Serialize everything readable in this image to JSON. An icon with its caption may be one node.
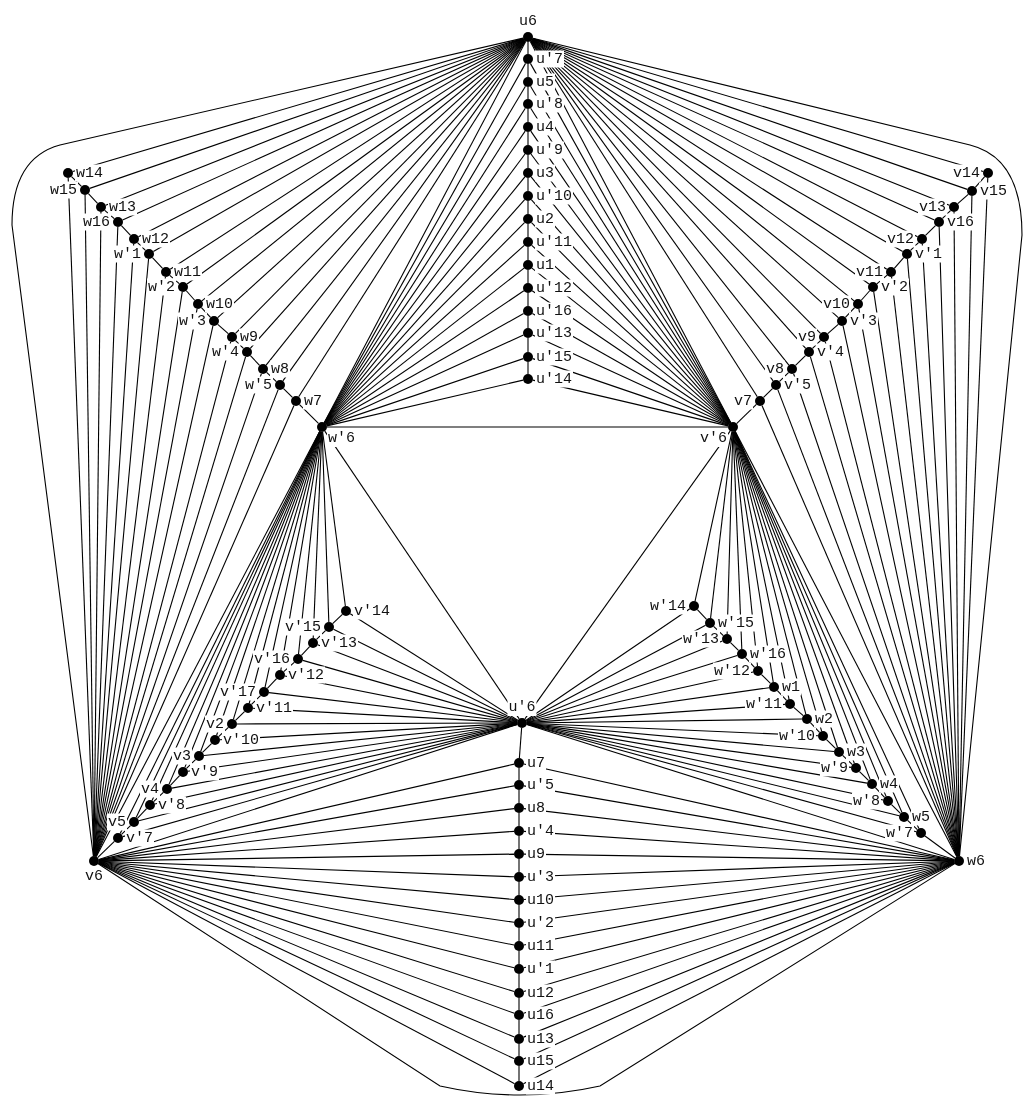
{
  "diagram": {
    "nodes": [
      {
        "text": [
          "u6"
        ]
      },
      {
        "text": [
          "u′7"
        ]
      },
      {
        "text": [
          "u5"
        ]
      },
      {
        "text": [
          "u′8"
        ]
      },
      {
        "text": [
          "u4"
        ]
      },
      {
        "text": [
          "u′9"
        ]
      },
      {
        "text": [
          "u3"
        ]
      },
      {
        "text": [
          "u′10"
        ]
      },
      {
        "text": [
          "u2"
        ]
      },
      {
        "text": [
          "u′11"
        ]
      },
      {
        "text": [
          "u1"
        ]
      },
      {
        "text": [
          "u′12"
        ]
      },
      {
        "text": [
          "u′16"
        ]
      },
      {
        "text": [
          "u′13"
        ]
      },
      {
        "text": [
          "u′15"
        ]
      },
      {
        "text": [
          "u′14"
        ]
      },
      {
        "text": [
          "w14"
        ]
      },
      {
        "text": [
          "w15"
        ]
      },
      {
        "text": [
          "w13"
        ]
      },
      {
        "text": [
          "w16"
        ]
      },
      {
        "text": [
          "w12"
        ]
      },
      {
        "text": [
          "w′1"
        ]
      },
      {
        "text": [
          "w11"
        ]
      },
      {
        "text": [
          "w′2"
        ]
      },
      {
        "text": [
          "w10"
        ]
      },
      {
        "text": [
          "w′3"
        ]
      },
      {
        "text": [
          "w9"
        ]
      },
      {
        "text": [
          "w′4"
        ]
      },
      {
        "text": [
          "w8"
        ]
      },
      {
        "text": [
          "w′5"
        ]
      },
      {
        "text": [
          "w7"
        ]
      },
      {
        "text": [
          "w′6"
        ]
      },
      {
        "text": [
          "v14"
        ]
      },
      {
        "text": [
          "v15"
        ]
      },
      {
        "text": [
          "v13"
        ]
      },
      {
        "text": [
          "v16"
        ]
      },
      {
        "text": [
          "v12"
        ]
      },
      {
        "text": [
          "v′1"
        ]
      },
      {
        "text": [
          "v11"
        ]
      },
      {
        "text": [
          "v′2"
        ]
      },
      {
        "text": [
          "v10"
        ]
      },
      {
        "text": [
          "v′3"
        ]
      },
      {
        "text": [
          "v9"
        ]
      },
      {
        "text": [
          "v′4"
        ]
      },
      {
        "text": [
          "v8"
        ]
      },
      {
        "text": [
          "v′5"
        ]
      },
      {
        "text": [
          "v7"
        ]
      },
      {
        "text": [
          "v′6"
        ]
      },
      {
        "text": [
          "u′6"
        ]
      },
      {
        "text": [
          "v′14"
        ]
      },
      {
        "text": [
          "v′15"
        ]
      },
      {
        "text": [
          "v′13"
        ]
      },
      {
        "text": [
          "v′16"
        ]
      },
      {
        "text": [
          "v′12"
        ]
      },
      {
        "text": [
          "v′17"
        ]
      },
      {
        "text": [
          "v′11"
        ]
      },
      {
        "text": [
          "v2"
        ]
      },
      {
        "text": [
          "v′10"
        ]
      },
      {
        "text": [
          "v3"
        ]
      },
      {
        "text": [
          "v′9"
        ]
      },
      {
        "text": [
          "v4"
        ]
      },
      {
        "text": [
          "v′8"
        ]
      },
      {
        "text": [
          "v5"
        ]
      },
      {
        "text": [
          "v′7"
        ]
      },
      {
        "text": [
          "w′14"
        ]
      },
      {
        "text": [
          "w′15"
        ]
      },
      {
        "text": [
          "w′13"
        ]
      },
      {
        "text": [
          "w′16"
        ]
      },
      {
        "text": [
          "w′12"
        ]
      },
      {
        "text": [
          "w1"
        ]
      },
      {
        "text": [
          "w′11"
        ]
      },
      {
        "text": [
          "w2"
        ]
      },
      {
        "text": [
          "w′10"
        ]
      },
      {
        "text": [
          "w3"
        ]
      },
      {
        "text": [
          "w′9"
        ]
      },
      {
        "text": [
          "w4"
        ]
      },
      {
        "text": [
          "w′8"
        ]
      },
      {
        "text": [
          "w5"
        ]
      },
      {
        "text": [
          "w′7"
        ]
      },
      {
        "text": [
          "v6"
        ]
      },
      {
        "text": [
          "w6"
        ]
      },
      {
        "text": [
          "u7"
        ]
      },
      {
        "text": [
          "u′5"
        ]
      },
      {
        "text": [
          "u8"
        ]
      },
      {
        "text": [
          "u′4"
        ]
      },
      {
        "text": [
          "u9"
        ]
      },
      {
        "text": [
          "u′3"
        ]
      },
      {
        "text": [
          "u10"
        ]
      },
      {
        "text": [
          "u′2"
        ]
      },
      {
        "text": [
          "u11"
        ]
      },
      {
        "text": [
          "u′1"
        ]
      },
      {
        "text": [
          "u12"
        ]
      },
      {
        "text": [
          "u16"
        ]
      },
      {
        "text": [
          "u13"
        ]
      },
      {
        "text": [
          "u15"
        ]
      },
      {
        "text": [
          "u14"
        ]
      }
    ],
    "edges": [
      {
        "from": 0,
        "to": 1,
        "arrow": "none"
      },
      {
        "from": 1,
        "to": 2,
        "arrow": "none"
      },
      {
        "from": 2,
        "to": 3,
        "arrow": "none"
      },
      {
        "from": 3,
        "to": 4,
        "arrow": "none"
      },
      {
        "from": 4,
        "to": 5,
        "arrow": "none"
      },
      {
        "from": 5,
        "to": 6,
        "arrow": "none"
      },
      {
        "from": 6,
        "to": 7,
        "arrow": "none"
      },
      {
        "from": 7,
        "to": 8,
        "arrow": "none"
      },
      {
        "from": 8,
        "to": 9,
        "arrow": "none"
      },
      {
        "from": 9,
        "to": 10,
        "arrow": "none"
      },
      {
        "from": 10,
        "to": 11,
        "arrow": "none"
      },
      {
        "from": 11,
        "to": 12,
        "arrow": "none"
      },
      {
        "from": 12,
        "to": 13,
        "arrow": "none"
      },
      {
        "from": 13,
        "to": 14,
        "arrow": "none"
      },
      {
        "from": 14,
        "to": 15,
        "arrow": "none"
      },
      {
        "from": 31,
        "to": 1,
        "arrow": "none"
      },
      {
        "from": 31,
        "to": 2,
        "arrow": "none"
      },
      {
        "from": 31,
        "to": 3,
        "arrow": "none"
      },
      {
        "from": 31,
        "to": 4,
        "arrow": "none"
      },
      {
        "from": 31,
        "to": 5,
        "arrow": "none"
      },
      {
        "from": 31,
        "to": 6,
        "arrow": "none"
      },
      {
        "from": 31,
        "to": 7,
        "arrow": "none"
      },
      {
        "from": 31,
        "to": 8,
        "arrow": "none"
      },
      {
        "from": 31,
        "to": 9,
        "arrow": "none"
      },
      {
        "from": 31,
        "to": 10,
        "arrow": "none"
      },
      {
        "from": 31,
        "to": 11,
        "arrow": "none"
      },
      {
        "from": 31,
        "to": 12,
        "arrow": "none"
      },
      {
        "from": 31,
        "to": 13,
        "arrow": "none"
      },
      {
        "from": 31,
        "to": 14,
        "arrow": "none"
      },
      {
        "from": 31,
        "to": 15,
        "arrow": "none"
      },
      {
        "from": 47,
        "to": 1,
        "arrow": "none"
      },
      {
        "from": 47,
        "to": 2,
        "arrow": "none"
      },
      {
        "from": 47,
        "to": 3,
        "arrow": "none"
      },
      {
        "from": 47,
        "to": 4,
        "arrow": "none"
      },
      {
        "from": 47,
        "to": 5,
        "arrow": "none"
      },
      {
        "from": 47,
        "to": 6,
        "arrow": "none"
      },
      {
        "from": 47,
        "to": 7,
        "arrow": "none"
      },
      {
        "from": 47,
        "to": 8,
        "arrow": "none"
      },
      {
        "from": 47,
        "to": 9,
        "arrow": "none"
      },
      {
        "from": 47,
        "to": 10,
        "arrow": "none"
      },
      {
        "from": 47,
        "to": 11,
        "arrow": "none"
      },
      {
        "from": 47,
        "to": 12,
        "arrow": "none"
      },
      {
        "from": 47,
        "to": 13,
        "arrow": "none"
      },
      {
        "from": 47,
        "to": 14,
        "arrow": "none"
      },
      {
        "from": 47,
        "to": 15,
        "arrow": "none"
      },
      {
        "from": 16,
        "to": 17,
        "arrow": "none"
      },
      {
        "from": 17,
        "to": 18,
        "arrow": "none"
      },
      {
        "from": 18,
        "to": 19,
        "arrow": "none"
      },
      {
        "from": 19,
        "to": 20,
        "arrow": "none"
      },
      {
        "from": 20,
        "to": 21,
        "arrow": "none"
      },
      {
        "from": 21,
        "to": 22,
        "arrow": "none"
      },
      {
        "from": 22,
        "to": 23,
        "arrow": "none"
      },
      {
        "from": 23,
        "to": 24,
        "arrow": "none"
      },
      {
        "from": 24,
        "to": 25,
        "arrow": "none"
      },
      {
        "from": 25,
        "to": 26,
        "arrow": "none"
      },
      {
        "from": 26,
        "to": 27,
        "arrow": "none"
      },
      {
        "from": 27,
        "to": 28,
        "arrow": "none"
      },
      {
        "from": 28,
        "to": 29,
        "arrow": "none"
      },
      {
        "from": 29,
        "to": 30,
        "arrow": "none"
      },
      {
        "from": 30,
        "to": 31,
        "arrow": "none"
      },
      {
        "from": 0,
        "to": 16,
        "arrow": "none"
      },
      {
        "from": 0,
        "to": 17,
        "arrow": "none"
      },
      {
        "from": 0,
        "to": 18,
        "arrow": "none"
      },
      {
        "from": 0,
        "to": 19,
        "arrow": "none"
      },
      {
        "from": 0,
        "to": 20,
        "arrow": "none"
      },
      {
        "from": 0,
        "to": 21,
        "arrow": "none"
      },
      {
        "from": 0,
        "to": 22,
        "arrow": "none"
      },
      {
        "from": 0,
        "to": 23,
        "arrow": "none"
      },
      {
        "from": 0,
        "to": 24,
        "arrow": "none"
      },
      {
        "from": 0,
        "to": 25,
        "arrow": "none"
      },
      {
        "from": 0,
        "to": 26,
        "arrow": "none"
      },
      {
        "from": 0,
        "to": 27,
        "arrow": "none"
      },
      {
        "from": 0,
        "to": 28,
        "arrow": "none"
      },
      {
        "from": 0,
        "to": 29,
        "arrow": "none"
      },
      {
        "from": 0,
        "to": 30,
        "arrow": "none"
      },
      {
        "from": 79,
        "to": 16,
        "arrow": "none"
      },
      {
        "from": 79,
        "to": 17,
        "arrow": "none"
      },
      {
        "from": 79,
        "to": 18,
        "arrow": "none"
      },
      {
        "from": 79,
        "to": 19,
        "arrow": "none"
      },
      {
        "from": 79,
        "to": 20,
        "arrow": "none"
      },
      {
        "from": 79,
        "to": 21,
        "arrow": "none"
      },
      {
        "from": 79,
        "to": 22,
        "arrow": "none"
      },
      {
        "from": 79,
        "to": 23,
        "arrow": "none"
      },
      {
        "from": 79,
        "to": 24,
        "arrow": "none"
      },
      {
        "from": 79,
        "to": 25,
        "arrow": "none"
      },
      {
        "from": 79,
        "to": 26,
        "arrow": "none"
      },
      {
        "from": 79,
        "to": 27,
        "arrow": "none"
      },
      {
        "from": 79,
        "to": 28,
        "arrow": "none"
      },
      {
        "from": 79,
        "to": 29,
        "arrow": "none"
      },
      {
        "from": 79,
        "to": 30,
        "arrow": "none"
      },
      {
        "from": 32,
        "to": 33,
        "arrow": "none"
      },
      {
        "from": 33,
        "to": 34,
        "arrow": "none"
      },
      {
        "from": 34,
        "to": 35,
        "arrow": "none"
      },
      {
        "from": 35,
        "to": 36,
        "arrow": "none"
      },
      {
        "from": 36,
        "to": 37,
        "arrow": "none"
      },
      {
        "from": 37,
        "to": 38,
        "arrow": "none"
      },
      {
        "from": 38,
        "to": 39,
        "arrow": "none"
      },
      {
        "from": 39,
        "to": 40,
        "arrow": "none"
      },
      {
        "from": 40,
        "to": 41,
        "arrow": "none"
      },
      {
        "from": 41,
        "to": 42,
        "arrow": "none"
      },
      {
        "from": 42,
        "to": 43,
        "arrow": "none"
      },
      {
        "from": 43,
        "to": 44,
        "arrow": "none"
      },
      {
        "from": 44,
        "to": 45,
        "arrow": "none"
      },
      {
        "from": 45,
        "to": 46,
        "arrow": "none"
      },
      {
        "from": 46,
        "to": 47,
        "arrow": "none"
      },
      {
        "from": 0,
        "to": 32,
        "arrow": "none"
      },
      {
        "from": 0,
        "to": 33,
        "arrow": "none"
      },
      {
        "from": 0,
        "to": 34,
        "arrow": "none"
      },
      {
        "from": 0,
        "to": 35,
        "arrow": "none"
      },
      {
        "from": 0,
        "to": 36,
        "arrow": "none"
      },
      {
        "from": 0,
        "to": 37,
        "arrow": "none"
      },
      {
        "from": 0,
        "to": 38,
        "arrow": "none"
      },
      {
        "from": 0,
        "to": 39,
        "arrow": "none"
      },
      {
        "from": 0,
        "to": 40,
        "arrow": "none"
      },
      {
        "from": 0,
        "to": 41,
        "arrow": "none"
      },
      {
        "from": 0,
        "to": 42,
        "arrow": "none"
      },
      {
        "from": 0,
        "to": 43,
        "arrow": "none"
      },
      {
        "from": 0,
        "to": 44,
        "arrow": "none"
      },
      {
        "from": 0,
        "to": 45,
        "arrow": "none"
      },
      {
        "from": 0,
        "to": 46,
        "arrow": "none"
      },
      {
        "from": 80,
        "to": 32,
        "arrow": "none"
      },
      {
        "from": 80,
        "to": 33,
        "arrow": "none"
      },
      {
        "from": 80,
        "to": 34,
        "arrow": "none"
      },
      {
        "from": 80,
        "to": 35,
        "arrow": "none"
      },
      {
        "from": 80,
        "to": 36,
        "arrow": "none"
      },
      {
        "from": 80,
        "to": 37,
        "arrow": "none"
      },
      {
        "from": 80,
        "to": 38,
        "arrow": "none"
      },
      {
        "from": 80,
        "to": 39,
        "arrow": "none"
      },
      {
        "from": 80,
        "to": 40,
        "arrow": "none"
      },
      {
        "from": 80,
        "to": 41,
        "arrow": "none"
      },
      {
        "from": 80,
        "to": 42,
        "arrow": "none"
      },
      {
        "from": 80,
        "to": 43,
        "arrow": "none"
      },
      {
        "from": 80,
        "to": 44,
        "arrow": "none"
      },
      {
        "from": 80,
        "to": 45,
        "arrow": "none"
      },
      {
        "from": 80,
        "to": 46,
        "arrow": "none"
      },
      {
        "from": 49,
        "to": 50,
        "arrow": "none"
      },
      {
        "from": 50,
        "to": 51,
        "arrow": "none"
      },
      {
        "from": 51,
        "to": 52,
        "arrow": "none"
      },
      {
        "from": 52,
        "to": 53,
        "arrow": "none"
      },
      {
        "from": 53,
        "to": 54,
        "arrow": "none"
      },
      {
        "from": 54,
        "to": 55,
        "arrow": "none"
      },
      {
        "from": 55,
        "to": 56,
        "arrow": "none"
      },
      {
        "from": 56,
        "to": 57,
        "arrow": "none"
      },
      {
        "from": 57,
        "to": 58,
        "arrow": "none"
      },
      {
        "from": 58,
        "to": 59,
        "arrow": "none"
      },
      {
        "from": 59,
        "to": 60,
        "arrow": "none"
      },
      {
        "from": 60,
        "to": 61,
        "arrow": "none"
      },
      {
        "from": 61,
        "to": 62,
        "arrow": "none"
      },
      {
        "from": 62,
        "to": 63,
        "arrow": "none"
      },
      {
        "from": 63,
        "to": 79,
        "arrow": "none"
      },
      {
        "from": 31,
        "to": 49,
        "arrow": "none"
      },
      {
        "from": 31,
        "to": 50,
        "arrow": "none"
      },
      {
        "from": 31,
        "to": 51,
        "arrow": "none"
      },
      {
        "from": 31,
        "to": 52,
        "arrow": "none"
      },
      {
        "from": 31,
        "to": 53,
        "arrow": "none"
      },
      {
        "from": 31,
        "to": 54,
        "arrow": "none"
      },
      {
        "from": 31,
        "to": 55,
        "arrow": "none"
      },
      {
        "from": 31,
        "to": 56,
        "arrow": "none"
      },
      {
        "from": 31,
        "to": 57,
        "arrow": "none"
      },
      {
        "from": 31,
        "to": 58,
        "arrow": "none"
      },
      {
        "from": 31,
        "to": 59,
        "arrow": "none"
      },
      {
        "from": 31,
        "to": 60,
        "arrow": "none"
      },
      {
        "from": 31,
        "to": 61,
        "arrow": "none"
      },
      {
        "from": 31,
        "to": 62,
        "arrow": "none"
      },
      {
        "from": 31,
        "to": 63,
        "arrow": "none"
      },
      {
        "from": 48,
        "to": 49,
        "arrow": "none"
      },
      {
        "from": 48,
        "to": 50,
        "arrow": "none"
      },
      {
        "from": 48,
        "to": 51,
        "arrow": "none"
      },
      {
        "from": 48,
        "to": 52,
        "arrow": "none"
      },
      {
        "from": 48,
        "to": 53,
        "arrow": "none"
      },
      {
        "from": 48,
        "to": 54,
        "arrow": "none"
      },
      {
        "from": 48,
        "to": 55,
        "arrow": "none"
      },
      {
        "from": 48,
        "to": 56,
        "arrow": "none"
      },
      {
        "from": 48,
        "to": 57,
        "arrow": "none"
      },
      {
        "from": 48,
        "to": 58,
        "arrow": "none"
      },
      {
        "from": 48,
        "to": 59,
        "arrow": "none"
      },
      {
        "from": 48,
        "to": 60,
        "arrow": "none"
      },
      {
        "from": 48,
        "to": 61,
        "arrow": "none"
      },
      {
        "from": 48,
        "to": 62,
        "arrow": "none"
      },
      {
        "from": 48,
        "to": 63,
        "arrow": "none"
      },
      {
        "from": 64,
        "to": 65,
        "arrow": "none"
      },
      {
        "from": 65,
        "to": 66,
        "arrow": "none"
      },
      {
        "from": 66,
        "to": 67,
        "arrow": "none"
      },
      {
        "from": 67,
        "to": 68,
        "arrow": "none"
      },
      {
        "from": 68,
        "to": 69,
        "arrow": "none"
      },
      {
        "from": 69,
        "to": 70,
        "arrow": "none"
      },
      {
        "from": 70,
        "to": 71,
        "arrow": "none"
      },
      {
        "from": 71,
        "to": 72,
        "arrow": "none"
      },
      {
        "from": 72,
        "to": 73,
        "arrow": "none"
      },
      {
        "from": 73,
        "to": 74,
        "arrow": "none"
      },
      {
        "from": 74,
        "to": 75,
        "arrow": "none"
      },
      {
        "from": 75,
        "to": 76,
        "arrow": "none"
      },
      {
        "from": 76,
        "to": 77,
        "arrow": "none"
      },
      {
        "from": 77,
        "to": 78,
        "arrow": "none"
      },
      {
        "from": 78,
        "to": 80,
        "arrow": "none"
      },
      {
        "from": 47,
        "to": 64,
        "arrow": "none"
      },
      {
        "from": 47,
        "to": 65,
        "arrow": "none"
      },
      {
        "from": 47,
        "to": 66,
        "arrow": "none"
      },
      {
        "from": 47,
        "to": 67,
        "arrow": "none"
      },
      {
        "from": 47,
        "to": 68,
        "arrow": "none"
      },
      {
        "from": 47,
        "to": 69,
        "arrow": "none"
      },
      {
        "from": 47,
        "to": 70,
        "arrow": "none"
      },
      {
        "from": 47,
        "to": 71,
        "arrow": "none"
      },
      {
        "from": 47,
        "to": 72,
        "arrow": "none"
      },
      {
        "from": 47,
        "to": 73,
        "arrow": "none"
      },
      {
        "from": 47,
        "to": 74,
        "arrow": "none"
      },
      {
        "from": 47,
        "to": 75,
        "arrow": "none"
      },
      {
        "from": 47,
        "to": 76,
        "arrow": "none"
      },
      {
        "from": 47,
        "to": 77,
        "arrow": "none"
      },
      {
        "from": 47,
        "to": 78,
        "arrow": "none"
      },
      {
        "from": 48,
        "to": 64,
        "arrow": "none"
      },
      {
        "from": 48,
        "to": 65,
        "arrow": "none"
      },
      {
        "from": 48,
        "to": 66,
        "arrow": "none"
      },
      {
        "from": 48,
        "to": 67,
        "arrow": "none"
      },
      {
        "from": 48,
        "to": 68,
        "arrow": "none"
      },
      {
        "from": 48,
        "to": 69,
        "arrow": "none"
      },
      {
        "from": 48,
        "to": 70,
        "arrow": "none"
      },
      {
        "from": 48,
        "to": 71,
        "arrow": "none"
      },
      {
        "from": 48,
        "to": 72,
        "arrow": "none"
      },
      {
        "from": 48,
        "to": 73,
        "arrow": "none"
      },
      {
        "from": 48,
        "to": 74,
        "arrow": "none"
      },
      {
        "from": 48,
        "to": 75,
        "arrow": "none"
      },
      {
        "from": 48,
        "to": 76,
        "arrow": "none"
      },
      {
        "from": 48,
        "to": 77,
        "arrow": "none"
      },
      {
        "from": 48,
        "to": 78,
        "arrow": "none"
      },
      {
        "from": 48,
        "to": 81,
        "arrow": "none"
      },
      {
        "from": 81,
        "to": 82,
        "arrow": "none"
      },
      {
        "from": 82,
        "to": 83,
        "arrow": "none"
      },
      {
        "from": 83,
        "to": 84,
        "arrow": "none"
      },
      {
        "from": 84,
        "to": 85,
        "arrow": "none"
      },
      {
        "from": 85,
        "to": 86,
        "arrow": "none"
      },
      {
        "from": 86,
        "to": 87,
        "arrow": "none"
      },
      {
        "from": 87,
        "to": 88,
        "arrow": "none"
      },
      {
        "from": 88,
        "to": 89,
        "arrow": "none"
      },
      {
        "from": 89,
        "to": 90,
        "arrow": "none"
      },
      {
        "from": 90,
        "to": 91,
        "arrow": "none"
      },
      {
        "from": 91,
        "to": 92,
        "arrow": "none"
      },
      {
        "from": 92,
        "to": 93,
        "arrow": "none"
      },
      {
        "from": 93,
        "to": 94,
        "arrow": "none"
      },
      {
        "from": 94,
        "to": 95,
        "arrow": "none"
      },
      {
        "from": 79,
        "to": 81,
        "arrow": "none"
      },
      {
        "from": 79,
        "to": 82,
        "arrow": "none"
      },
      {
        "from": 79,
        "to": 83,
        "arrow": "none"
      },
      {
        "from": 79,
        "to": 84,
        "arrow": "none"
      },
      {
        "from": 79,
        "to": 85,
        "arrow": "none"
      },
      {
        "from": 79,
        "to": 86,
        "arrow": "none"
      },
      {
        "from": 79,
        "to": 87,
        "arrow": "none"
      },
      {
        "from": 79,
        "to": 88,
        "arrow": "none"
      },
      {
        "from": 79,
        "to": 89,
        "arrow": "none"
      },
      {
        "from": 79,
        "to": 90,
        "arrow": "none"
      },
      {
        "from": 79,
        "to": 91,
        "arrow": "none"
      },
      {
        "from": 79,
        "to": 92,
        "arrow": "none"
      },
      {
        "from": 79,
        "to": 93,
        "arrow": "none"
      },
      {
        "from": 79,
        "to": 94,
        "arrow": "none"
      },
      {
        "from": 79,
        "to": 95,
        "arrow": "none"
      },
      {
        "from": 80,
        "to": 81,
        "arrow": "none"
      },
      {
        "from": 80,
        "to": 82,
        "arrow": "none"
      },
      {
        "from": 80,
        "to": 83,
        "arrow": "none"
      },
      {
        "from": 80,
        "to": 84,
        "arrow": "none"
      },
      {
        "from": 80,
        "to": 85,
        "arrow": "none"
      },
      {
        "from": 80,
        "to": 86,
        "arrow": "none"
      },
      {
        "from": 80,
        "to": 87,
        "arrow": "none"
      },
      {
        "from": 80,
        "to": 88,
        "arrow": "none"
      },
      {
        "from": 80,
        "to": 89,
        "arrow": "none"
      },
      {
        "from": 80,
        "to": 90,
        "arrow": "none"
      },
      {
        "from": 80,
        "to": 91,
        "arrow": "none"
      },
      {
        "from": 80,
        "to": 92,
        "arrow": "none"
      },
      {
        "from": 80,
        "to": 93,
        "arrow": "none"
      },
      {
        "from": 80,
        "to": 94,
        "arrow": "none"
      },
      {
        "from": 80,
        "to": 95,
        "arrow": "none"
      },
      {
        "from": 31,
        "to": 47,
        "arrow": "none"
      },
      {
        "from": 31,
        "to": 48,
        "arrow": "none"
      },
      {
        "from": 47,
        "to": 48,
        "arrow": "none"
      },
      {
        "from": 0,
        "to": 31,
        "arrow": "none"
      },
      {
        "from": 0,
        "to": 47,
        "arrow": "none"
      },
      {
        "from": 79,
        "to": 31,
        "arrow": "none"
      },
      {
        "from": 79,
        "to": 48,
        "arrow": "none"
      },
      {
        "from": 80,
        "to": 47,
        "arrow": "none"
      },
      {
        "from": 80,
        "to": 48,
        "arrow": "none"
      },
      {
        "from": 0,
        "to": 79,
        "arrow": "none"
      },
      {
        "from": 0,
        "to": 80,
        "arrow": "none"
      },
      {
        "from": 79,
        "to": 80,
        "arrow": "none"
      }
    ]
  }
}
